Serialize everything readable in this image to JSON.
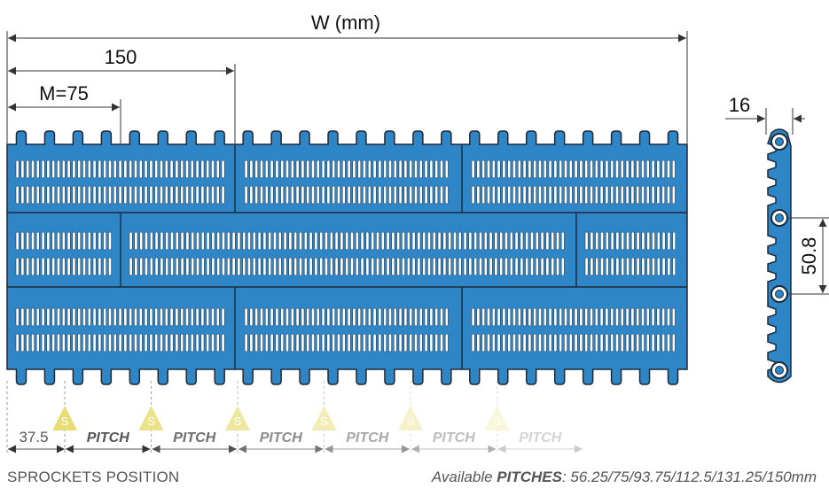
{
  "dimensions": {
    "total_width": "W (mm)",
    "module_150": "150",
    "module_m": "M=75",
    "thickness": "16",
    "pitch_height": "50.8"
  },
  "sprockets": {
    "first_offset": "37.5",
    "marker_letter": "S",
    "pitch_label": "PITCH",
    "pitch_count": 6
  },
  "footer": {
    "left": "SPROCKETS POSITION",
    "right_prefix": "Available ",
    "right_bold": "PITCHES",
    "right_values": ": 56.25/75/93.75/112.5/131.25/150mm"
  },
  "colors": {
    "belt_fill": "#2f86c7",
    "belt_stroke": "#1b2a3a",
    "slot_fill": "#ffffff",
    "sprocket_marker": "#e8dd74"
  }
}
